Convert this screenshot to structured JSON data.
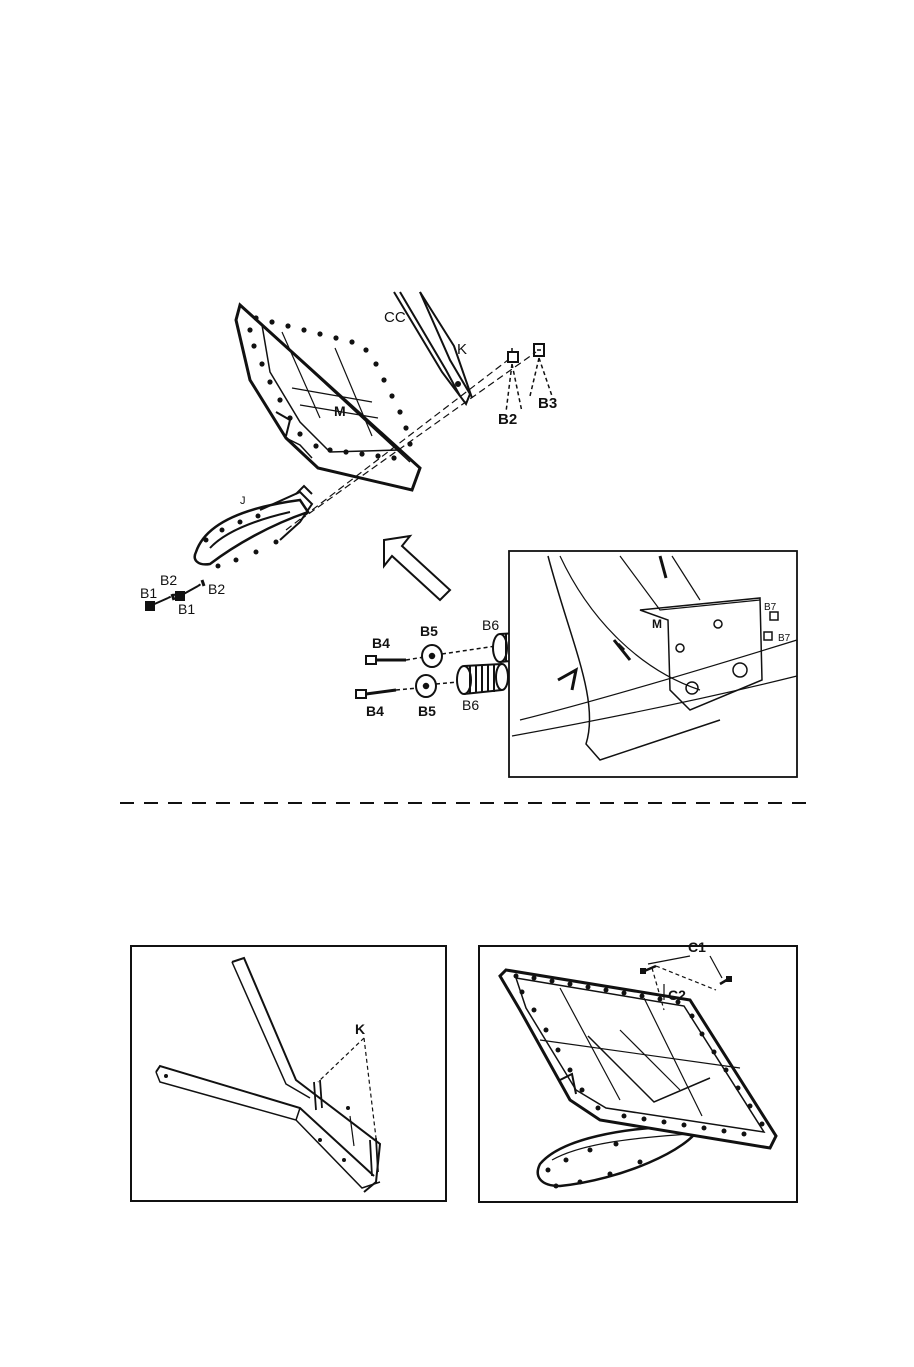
{
  "diagram": {
    "labels": {
      "cc": "CC",
      "k_top": "K",
      "m_main": "M",
      "j": "J",
      "b1_a": "B1",
      "b1_b": "B1",
      "b2_a": "B2",
      "b2_b": "B2",
      "b2_c": "B2",
      "b3": "B3",
      "b4_a": "B4",
      "b4_b": "B4",
      "b5_a": "B5",
      "b5_b": "B5",
      "b6_a": "B6",
      "b6_b": "B6",
      "b7_a": "B7",
      "b7_b": "B7",
      "m_detail": "M",
      "k_bottom": "K",
      "c1": "C1",
      "c2": "C2"
    },
    "colors": {
      "ink": "#111111",
      "paper": "#ffffff",
      "gray": "#9a9a9a"
    }
  }
}
